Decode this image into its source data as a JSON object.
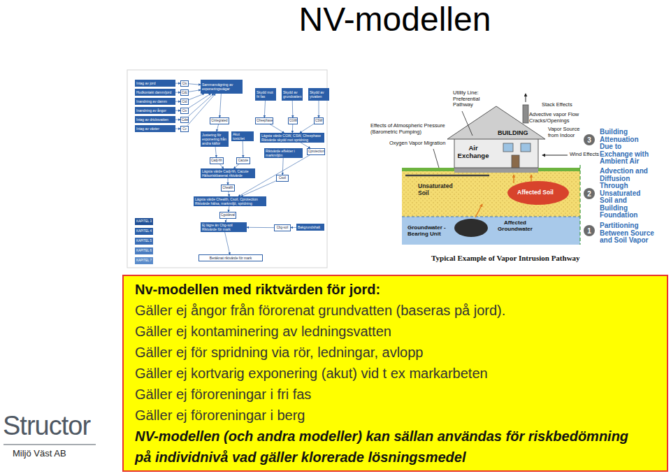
{
  "diagram": {
    "title": "NV-modellen",
    "nodes": [
      {
        "text": [
          "Intag av jord"
        ]
      },
      {
        "text": [
          "Hudkontakt damm/jord"
        ]
      },
      {
        "text": [
          "Inandning av damm"
        ]
      },
      {
        "text": [
          "Inandning av ångor"
        ]
      },
      {
        "text": [
          "Intag av dricksvatten"
        ]
      },
      {
        "text": [
          "Intag av växter"
        ]
      },
      {
        "text": [
          "Cis"
        ]
      },
      {
        "text": [
          "Cdc"
        ]
      },
      {
        "text": [
          "Cid"
        ]
      },
      {
        "text": [
          "Civ"
        ]
      },
      {
        "text": [
          "Cdw"
        ]
      },
      {
        "text": [
          "Cv"
        ]
      },
      {
        "text": [
          "Sammanvägning av exponeringsvägar"
        ]
      },
      {
        "text": [
          "Skydd mot fri fas"
        ]
      },
      {
        "text": [
          "Skydd av grundvatten"
        ]
      },
      {
        "text": [
          "Skydd av ytvatten"
        ]
      },
      {
        "text": [
          "Cintegrated"
        ]
      },
      {
        "text": [
          "Cfreephase"
        ]
      },
      {
        "text": [
          "CGW"
        ]
      },
      {
        "text": [
          "CSW"
        ]
      },
      {
        "text": [
          "Justering för exponering från andra källor"
        ]
      },
      {
        "text": [
          "Akut toxicitet"
        ]
      },
      {
        "text": [
          "Lägsta värde CGW, CSW, Cfreephase",
          "Riktvärde skydd mot spridning"
        ]
      },
      {
        "text": [
          "Riktvärde effekter i markmiljön"
        ]
      },
      {
        "text": [
          "Cadj-hh"
        ]
      },
      {
        "text": [
          "Cacute"
        ]
      },
      {
        "text": [
          "Cprotection"
        ]
      },
      {
        "text": [
          "Csoil"
        ]
      },
      {
        "text": [
          "Lägsta värde Cadj-hh, Cacute",
          "Hälsoriskbaserat riktvärde"
        ]
      },
      {
        "text": [
          "Chealth"
        ]
      },
      {
        "text": [
          "Lägsta värde Chealth, Csoil, Cprotection",
          "Riktvärde hälsa, markmiljö, spridning"
        ]
      },
      {
        "text": [
          "Cguideval"
        ]
      },
      {
        "text": [
          "Ej lägre än Cbg-soil",
          "Riktvärde för mark"
        ]
      },
      {
        "text": [
          "Bakgrundshalt"
        ]
      },
      {
        "text": [
          "Cbg-soil"
        ]
      },
      {
        "text": [
          "Beräknat riktvärde för mark"
        ]
      },
      {
        "text": [
          "Nv-modellen med riktvärden för jord:",
          "Gäller ej ångor från förorenat grundvatten (baseras på jord).",
          "Gäller ej kontaminering av ledningsvatten",
          "Gäller ej för spridning via rör, ledningar, avlopp",
          "Gäller ej kortvarig exponering (akut) vid t ex markarbeten",
          "Gäller ej föroreningar i fri fas",
          "Gäller ej föroreningar i berg",
          "NV-modellen (och andra modeller) kan sällan användas för riskbedömning på individnivå vad gäller klorerade lösningsmedel"
        ]
      }
    ],
    "edges": [
      {
        "from": 0,
        "to": 6,
        "arrow": "to"
      },
      {
        "from": 1,
        "to": 7,
        "arrow": "to"
      },
      {
        "from": 2,
        "to": 8,
        "arrow": "to"
      },
      {
        "from": 3,
        "to": 9,
        "arrow": "to"
      },
      {
        "from": 4,
        "to": 10,
        "arrow": "to"
      },
      {
        "from": 5,
        "to": 11,
        "arrow": "to"
      },
      {
        "from": 6,
        "to": 12,
        "arrow": "to"
      },
      {
        "from": 7,
        "to": 12,
        "arrow": "to"
      },
      {
        "from": 8,
        "to": 12,
        "arrow": "to"
      },
      {
        "from": 9,
        "to": 12,
        "arrow": "to"
      },
      {
        "from": 10,
        "to": 12,
        "arrow": "to"
      },
      {
        "from": 11,
        "to": 12,
        "arrow": "to"
      },
      {
        "from": 12,
        "to": 16,
        "arrow": "to"
      },
      {
        "from": 16,
        "to": 20,
        "arrow": "to"
      },
      {
        "from": 20,
        "to": 24,
        "arrow": "to"
      },
      {
        "from": 21,
        "to": 25,
        "arrow": "to"
      },
      {
        "from": 24,
        "to": 28,
        "arrow": "to"
      },
      {
        "from": 25,
        "to": 28,
        "arrow": "to"
      },
      {
        "from": 28,
        "to": 29,
        "arrow": "to"
      },
      {
        "from": 29,
        "to": 30,
        "arrow": "to"
      },
      {
        "from": 13,
        "to": 17,
        "arrow": "to"
      },
      {
        "from": 14,
        "to": 18,
        "arrow": "to"
      },
      {
        "from": 15,
        "to": 19,
        "arrow": "to"
      },
      {
        "from": 17,
        "to": 22,
        "arrow": "to"
      },
      {
        "from": 18,
        "to": 22,
        "arrow": "to"
      },
      {
        "from": 19,
        "to": 22,
        "arrow": "to"
      },
      {
        "from": 22,
        "to": 26,
        "arrow": "to"
      },
      {
        "from": 23,
        "to": 27,
        "arrow": "to"
      },
      {
        "from": 26,
        "to": 30,
        "arrow": "to"
      },
      {
        "from": 27,
        "to": 30,
        "arrow": "to"
      },
      {
        "from": 30,
        "to": 31,
        "arrow": "to"
      },
      {
        "from": 31,
        "to": 32,
        "arrow": "to"
      },
      {
        "from": 33,
        "to": 34,
        "arrow": "to"
      },
      {
        "from": 34,
        "to": 32,
        "arrow": "to"
      },
      {
        "from": 32,
        "to": 35,
        "arrow": "to"
      }
    ],
    "labels": [
      "Utility Line: Preferential Pathway",
      "Stack Effects",
      "Advective vapor Flow Cracks/Openings",
      "BUILDING",
      "Vapor Source from Indoor",
      "Effects of Atmospheric Pressure (Barometric Pumping)",
      "Oxygen Vapor Migration",
      "Air Exchange",
      "Wind Effects",
      "3",
      "Building Attenuation Due to Exchange with Ambient Air",
      "Advection and Diffusion Through Unsaturated Soil and Building Foundation",
      "2",
      "Unsaturated Soil",
      "Affected Soil",
      "Groundwater -Bearing Unit",
      "Affected Groundwater",
      "1",
      "Partitioning Between Source and Soil Vapor",
      "Typical Example of Vapor Intrusion Pathway",
      "Structor",
      "Miljö Väst AB"
    ],
    "legend": [
      {
        "text": "KAPITEL 3",
        "color": "#1f4f96"
      },
      {
        "text": "KAPITEL 4",
        "color": "#2a5ea8"
      },
      {
        "text": "KAPITEL 5",
        "color": "#3a6db5"
      },
      {
        "text": "KAPITEL 6",
        "color": "#4a7cc0"
      },
      {
        "text": "KAPITEL 7",
        "color": "#5a8bca"
      }
    ]
  }
}
